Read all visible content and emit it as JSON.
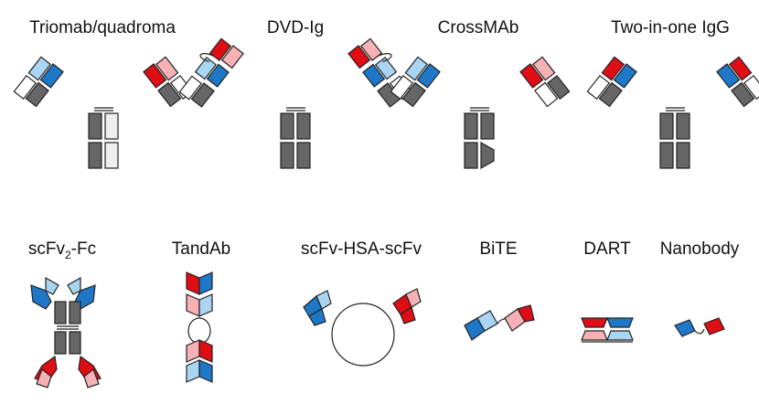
{
  "formats": {
    "triomab": "Triomab/quadroma",
    "dvd": "DVD-Ig",
    "crossmab": "CrossMAb",
    "two_in_one": "Two-in-one IgG",
    "scfv2_fc_prefix": "scFv",
    "scfv2_fc_sub": "2",
    "scfv2_fc_suffix": "-Fc",
    "tandab": "TandAb",
    "scfv_hsa": "scFv-HSA-scFv",
    "bite": "BiTE",
    "dart": "DART",
    "nanobody": "Nanobody"
  },
  "colors": {
    "dark_blue": "#1f77c8",
    "light_blue": "#a9d4f2",
    "red": "#e00d15",
    "pink": "#f6b1b5",
    "gray": "#666666",
    "light_gray": "#e6e6e6",
    "outline": "#222222"
  }
}
